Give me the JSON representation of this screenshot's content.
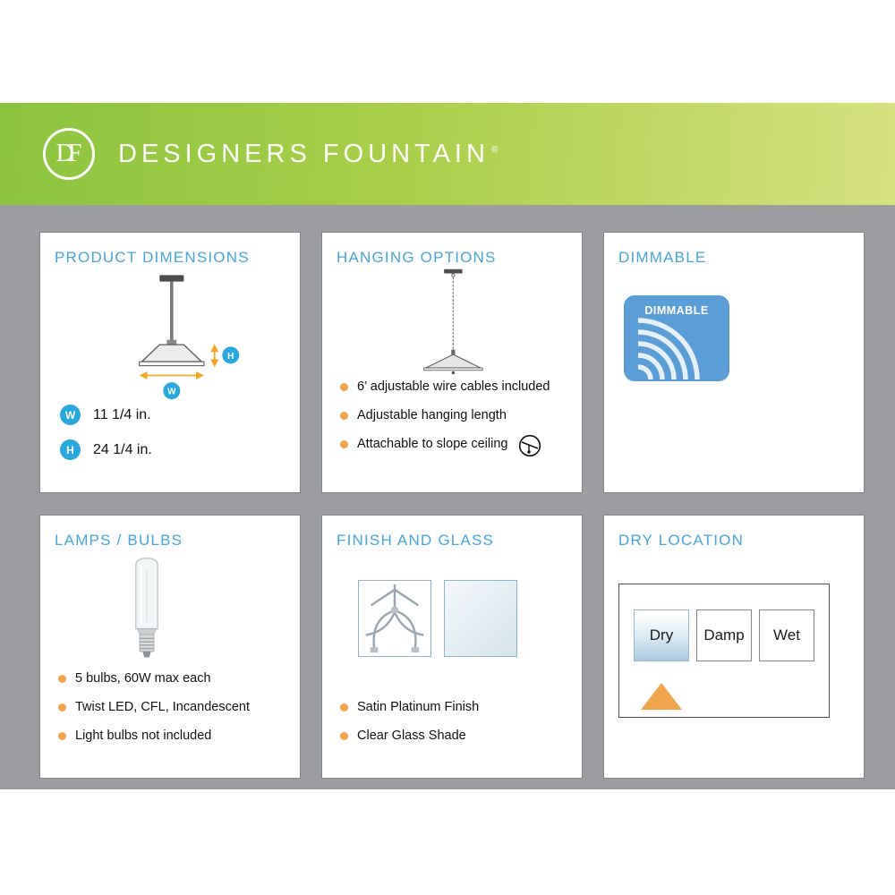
{
  "header": {
    "logo_text": "DF",
    "brand": "DESIGNERS FOUNTAIN",
    "reg_mark": "®"
  },
  "colors": {
    "header_gradient_left": "#8ac43e",
    "header_gradient_right": "#d6e180",
    "background_gray": "#9b9da0",
    "heading_blue": "#45a6da",
    "bullet_orange": "#f6a14e",
    "badge_blue": "#5b9ed7",
    "spec_circle_blue": "#29a8df",
    "arrow_orange": "#f5a623",
    "triangle_orange": "#f0a54c"
  },
  "cards": {
    "product_dimensions": {
      "title": "PRODUCT DIMENSIONS",
      "diagram_labels": {
        "w": "W",
        "h": "H"
      },
      "specs": [
        {
          "label": "W",
          "value": "11 1/4 in."
        },
        {
          "label": "H",
          "value": "24 1/4 in."
        }
      ]
    },
    "hanging_options": {
      "title": "HANGING OPTIONS",
      "bullets": [
        "6’ adjustable wire cables included",
        "Adjustable hanging length",
        "Attachable to slope ceiling"
      ]
    },
    "dimmable": {
      "title": "DIMMABLE",
      "badge_label": "DIMMABLE"
    },
    "lamps_bulbs": {
      "title": "LAMPS / BULBS",
      "bullets": [
        "5 bulbs, 60W max each",
        "Twist LED, CFL, Incandescent",
        "Light bulbs not included"
      ]
    },
    "finish_and_glass": {
      "title": "FINISH AND GLASS",
      "bullets": [
        "Satin Platinum Finish",
        "Clear Glass Shade"
      ]
    },
    "dry_location": {
      "title": "DRY LOCATION",
      "options": [
        "Dry",
        "Damp",
        "Wet"
      ],
      "selected": "Dry"
    }
  }
}
